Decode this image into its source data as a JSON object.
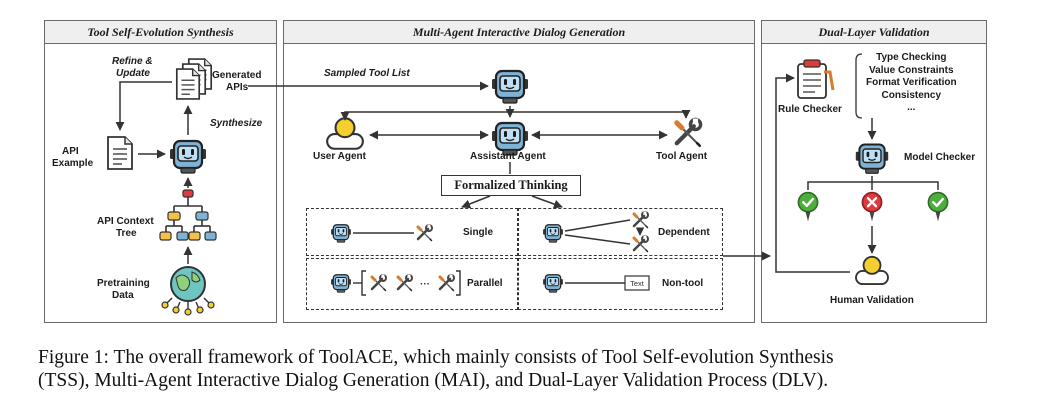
{
  "panels": {
    "tss": {
      "title": "Tool Self-Evolution Synthesis"
    },
    "mai": {
      "title": "Multi-Agent Interactive Dialog Generation"
    },
    "dlv": {
      "title": "Dual-Layer Validation"
    }
  },
  "tss": {
    "refine_update_1": "Refine &",
    "refine_update_2": "Update",
    "generated_apis_1": "Generated",
    "generated_apis_2": "APIs",
    "synthesize": "Synthesize",
    "api_example_1": "API",
    "api_example_2": "Example",
    "api_context_tree_1": "API Context",
    "api_context_tree_2": "Tree",
    "pretraining_data_1": "Pretraining",
    "pretraining_data_2": "Data"
  },
  "mai": {
    "sampled_tool_list": "Sampled Tool List",
    "user_agent": "User Agent",
    "assistant_agent": "Assistant Agent",
    "tool_agent": "Tool Agent",
    "formalized_thinking": "Formalized Thinking",
    "modes": {
      "single": "Single",
      "dependent": "Dependent",
      "parallel": "Parallel",
      "non_tool": "Non-tool",
      "ellipsis": "···",
      "text_box": "Text"
    }
  },
  "dlv": {
    "rule_checker": "Rule Checker",
    "checks": [
      "Type Checking",
      "Value Constraints",
      "Format Verification",
      "Consistency",
      "..."
    ],
    "model_checker": "Model Checker",
    "human_validation": "Human Validation"
  },
  "caption": {
    "line1": "Figure 1: The overall framework of ToolACE, which mainly consists of Tool Self-evolution Synthesis",
    "line2": "(TSS), Multi-Agent Interactive Dialog Generation (MAI), and Dual-Layer Validation Process (DLV)."
  },
  "colors": {
    "robot_face": "#7fb3d5",
    "robot_eye": "#1b1b1b",
    "user_head": "#f4cf2f",
    "check_green": "#4caf3c",
    "cross_red": "#e0393e",
    "tree_node_orange": "#f4c24a",
    "tree_node_blue": "#7fb3d5",
    "tree_root_red": "#e0393e",
    "globe_teal": "#6ec5c1"
  },
  "icons": [
    "robot-icon",
    "document-icon",
    "tree-icon",
    "globe-icon",
    "user-icon",
    "tools-icon",
    "clipboard-icon",
    "check-icon",
    "cross-icon"
  ]
}
